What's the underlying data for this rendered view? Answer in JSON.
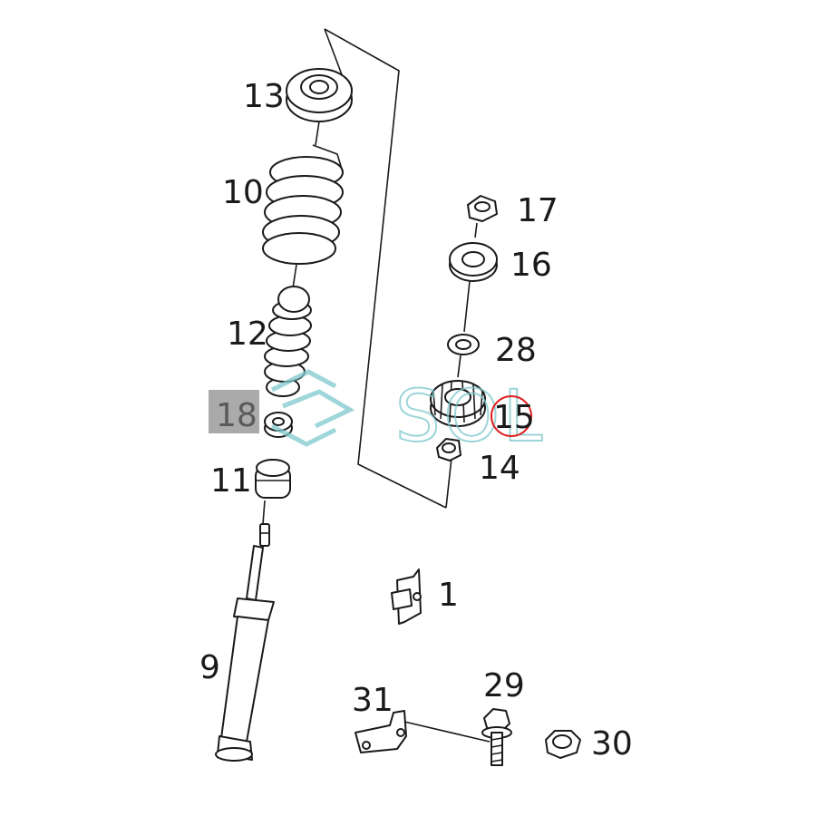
{
  "watermark": {
    "text": "SOL",
    "color": "#7ec8cc",
    "accent": "#2a78b8"
  },
  "highlight": {
    "fill_color": "#aaaaaa",
    "circle_color": "#e02020"
  },
  "callouts": [
    {
      "id": "13",
      "label": "13"
    },
    {
      "id": "10",
      "label": "10"
    },
    {
      "id": "12",
      "label": "12"
    },
    {
      "id": "18",
      "label": "18",
      "highlighted": true
    },
    {
      "id": "11",
      "label": "11"
    },
    {
      "id": "9",
      "label": "9"
    },
    {
      "id": "17",
      "label": "17"
    },
    {
      "id": "16",
      "label": "16"
    },
    {
      "id": "28",
      "label": "28"
    },
    {
      "id": "15",
      "label": "15",
      "circled": true
    },
    {
      "id": "14",
      "label": "14"
    },
    {
      "id": "1",
      "label": "1"
    },
    {
      "id": "29",
      "label": "29"
    },
    {
      "id": "31",
      "label": "31"
    },
    {
      "id": "30",
      "label": "30"
    }
  ]
}
